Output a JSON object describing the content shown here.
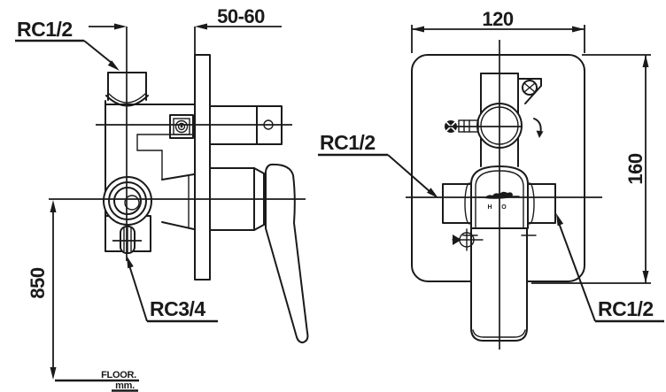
{
  "drawing": {
    "type": "technical-installation-diagram",
    "background_color": "#ffffff",
    "line_color": "#1a1a1a",
    "side_view": {
      "labels": {
        "inlet_thread": "RC1/2",
        "wall_depth_range": "50-60",
        "height_from_floor": "850",
        "outlet_thread": "RC3/4",
        "floor_reference": "FLOOR.",
        "unit": "mm."
      }
    },
    "front_view": {
      "labels": {
        "plate_width": "120",
        "plate_height": "160",
        "left_port_thread": "RC1/2",
        "right_port_thread": "RC1/2",
        "hot_marker": "H",
        "cold_marker": "O"
      }
    }
  }
}
